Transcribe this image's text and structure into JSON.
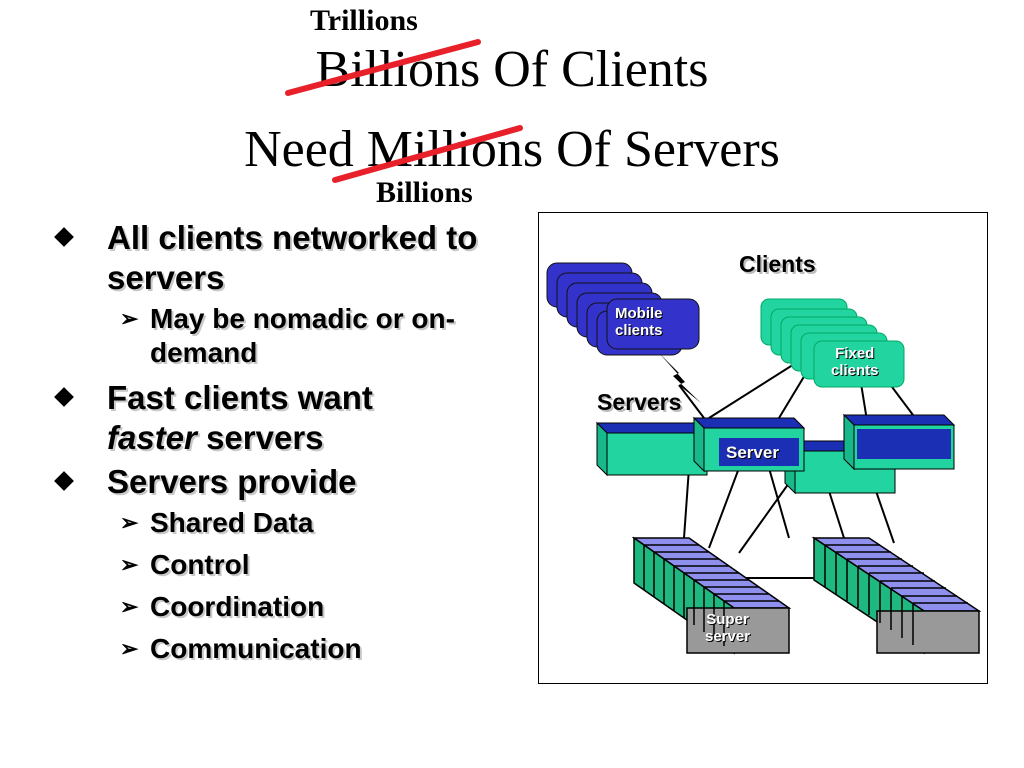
{
  "title": {
    "line1": "Billions Of Clients",
    "line2": "Need Millions Of Servers",
    "note_top": "Trillions",
    "note_bottom": "Billions",
    "strike_color": "#e8202a"
  },
  "bullets": [
    {
      "text": "All clients networked to servers",
      "level": 1
    },
    {
      "text": "May be nomadic or on-demand",
      "level": 2
    },
    {
      "text_italic": "faster",
      "text": "Fast clients want",
      "text_after": "servers",
      "level": 1
    },
    {
      "text": "Servers provide",
      "level": 1
    },
    {
      "text": "Shared Data",
      "level": 2
    },
    {
      "text": "Control",
      "level": 2
    },
    {
      "text": "Coordination",
      "level": 2
    },
    {
      "text": "Communication",
      "level": 2
    }
  ],
  "diagram": {
    "clients_label": "Clients",
    "servers_label": "Servers",
    "mobile_label_1": "Mobile",
    "mobile_label_2": "clients",
    "fixed_label_1": "Fixed",
    "fixed_label_2": "clients",
    "server_label": "Server",
    "super_label_1": "Super",
    "super_label_2": "server",
    "colors": {
      "mobile": "#3333cc",
      "fixed": "#22d4a0",
      "server_top": "#1b2fb5",
      "rack": "#8f90ee",
      "super": "#999999"
    }
  }
}
